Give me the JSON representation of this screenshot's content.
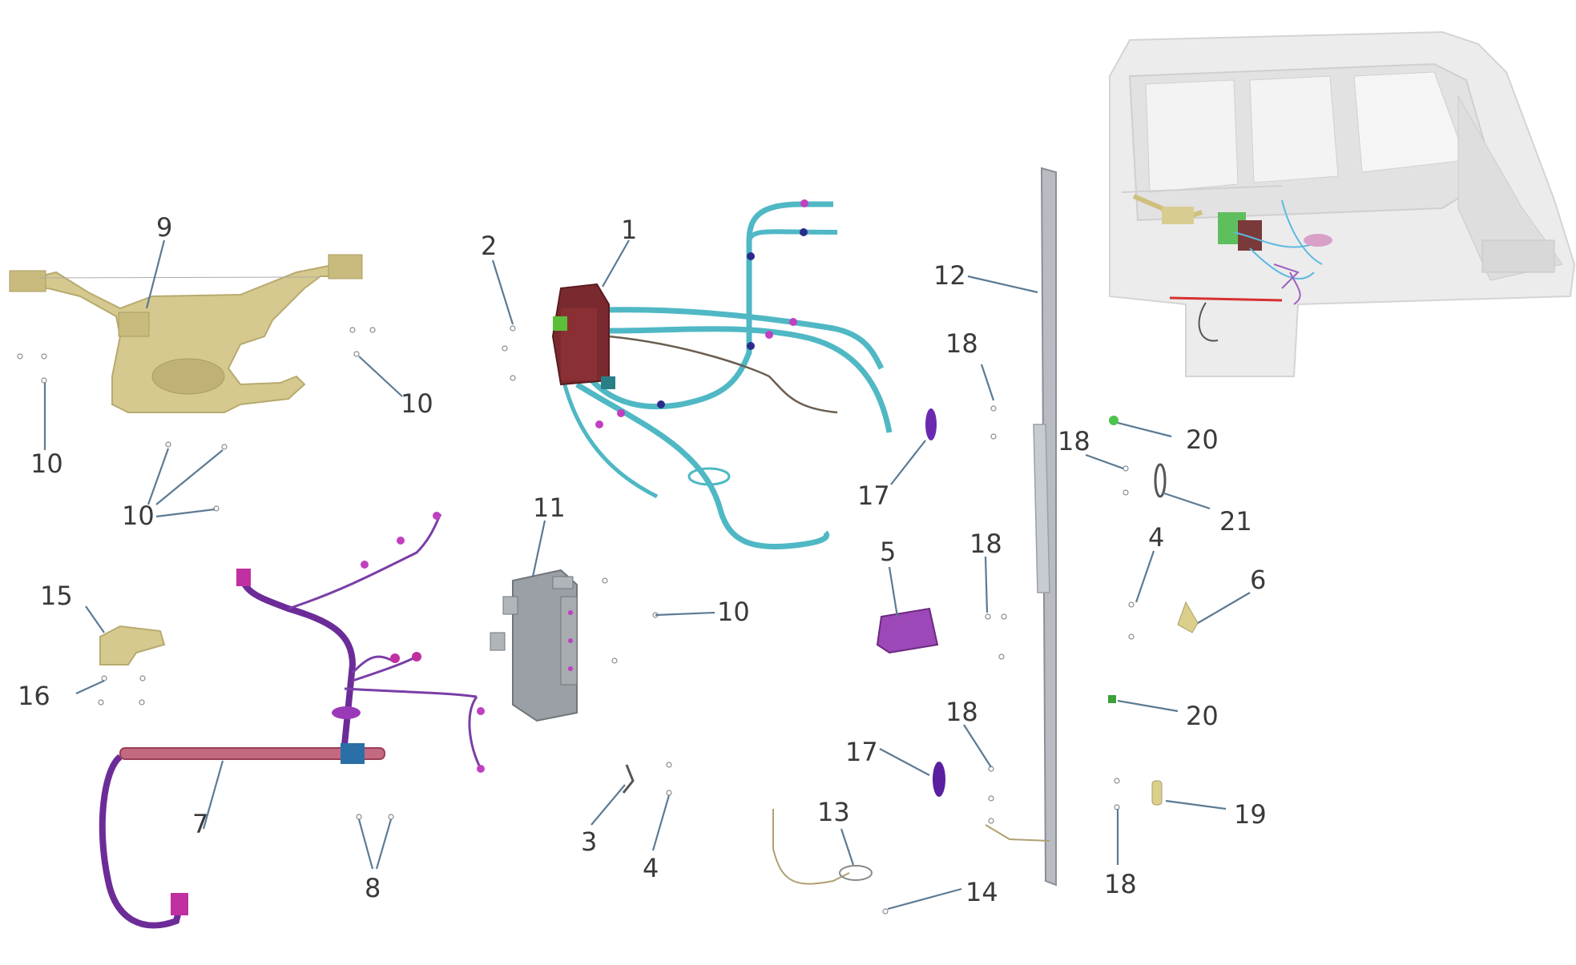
{
  "callouts": {
    "n1": "1",
    "n2": "2",
    "n3": "3",
    "n4": "4",
    "n5": "5",
    "n6": "6",
    "n7": "7",
    "n8": "8",
    "n9": "9",
    "n10": "10",
    "n11": "11",
    "n12": "12",
    "n13": "13",
    "n14": "14",
    "n15": "15",
    "n16": "16",
    "n17": "17",
    "n18": "18",
    "n19": "19",
    "n20": "20",
    "n21": "21"
  },
  "colors": {
    "harness_teal": "#4fb8c4",
    "harness_purple": "#6c2c98",
    "bracket_khaki": "#cfc07e",
    "module_maroon": "#7a2a2e",
    "ecu_gray": "#9aa0a6",
    "connector_magenta": "#c040c0",
    "leader_line": "#5b7a93",
    "grommet_green": "#4cc44c",
    "cab_gray": "#e3e3e3"
  }
}
